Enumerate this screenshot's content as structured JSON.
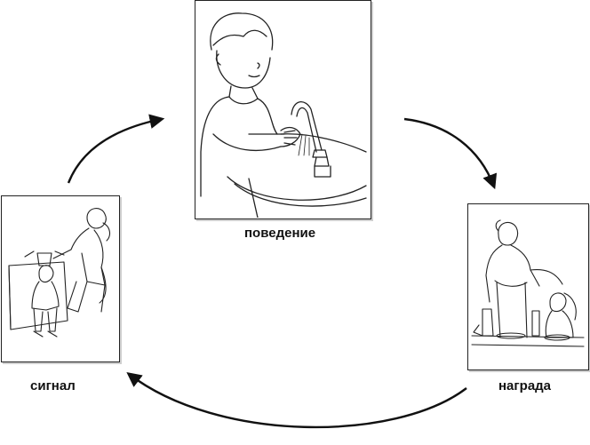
{
  "labels": {
    "behavior": "поведение",
    "reward": "награда",
    "signal": "сигнал"
  },
  "illustrations": {
    "behavior": "boy-washing-hands-at-sink-illustration",
    "reward": "mother-praising-boy-at-table-illustration",
    "signal": "mother-and-boy-in-kitchen-illustration"
  },
  "colors": {
    "ink": "#111111",
    "frame": "#222222",
    "background": "#ffffff"
  }
}
